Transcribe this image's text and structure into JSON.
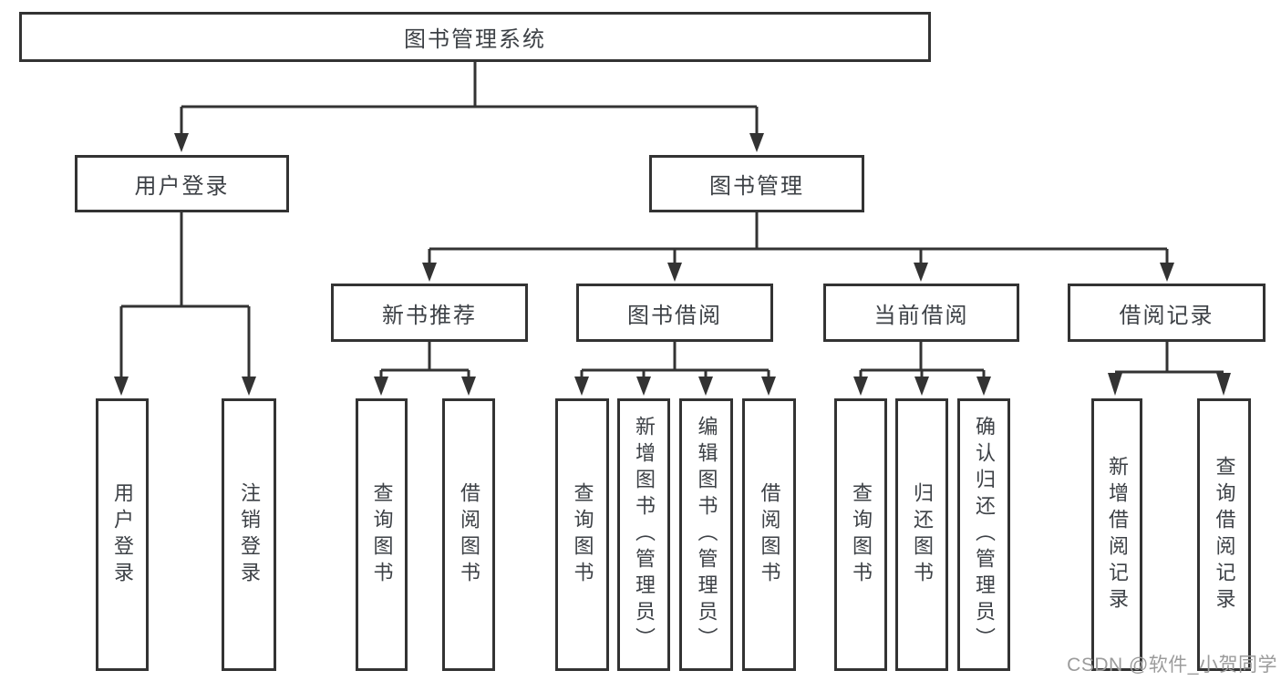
{
  "tree": {
    "label": "图书管理系统",
    "children": [
      {
        "label": "用户登录",
        "children": [
          {
            "label": "用户登录"
          },
          {
            "label": "注销登录"
          }
        ]
      },
      {
        "label": "图书管理",
        "children": [
          {
            "label": "新书推荐",
            "children": [
              {
                "label": "查询图书"
              },
              {
                "label": "借阅图书"
              }
            ]
          },
          {
            "label": "图书借阅",
            "children": [
              {
                "label": "查询图书"
              },
              {
                "label": "新增图书（管理员）"
              },
              {
                "label": "编辑图书（管理员）"
              },
              {
                "label": "借阅图书"
              }
            ]
          },
          {
            "label": "当前借阅",
            "children": [
              {
                "label": "查询图书"
              },
              {
                "label": "归还图书"
              },
              {
                "label": "确认归还（管理员）"
              }
            ]
          },
          {
            "label": "借阅记录",
            "children": [
              {
                "label": "新增借阅记录"
              },
              {
                "label": "查询借阅记录"
              }
            ]
          }
        ]
      }
    ]
  },
  "watermark": {
    "text": "CSDN @软件_小贺同学"
  },
  "colors": {
    "line": "#333333",
    "text": "#3d4146",
    "background": "#ffffff",
    "watermark": "#9b9b9b"
  }
}
